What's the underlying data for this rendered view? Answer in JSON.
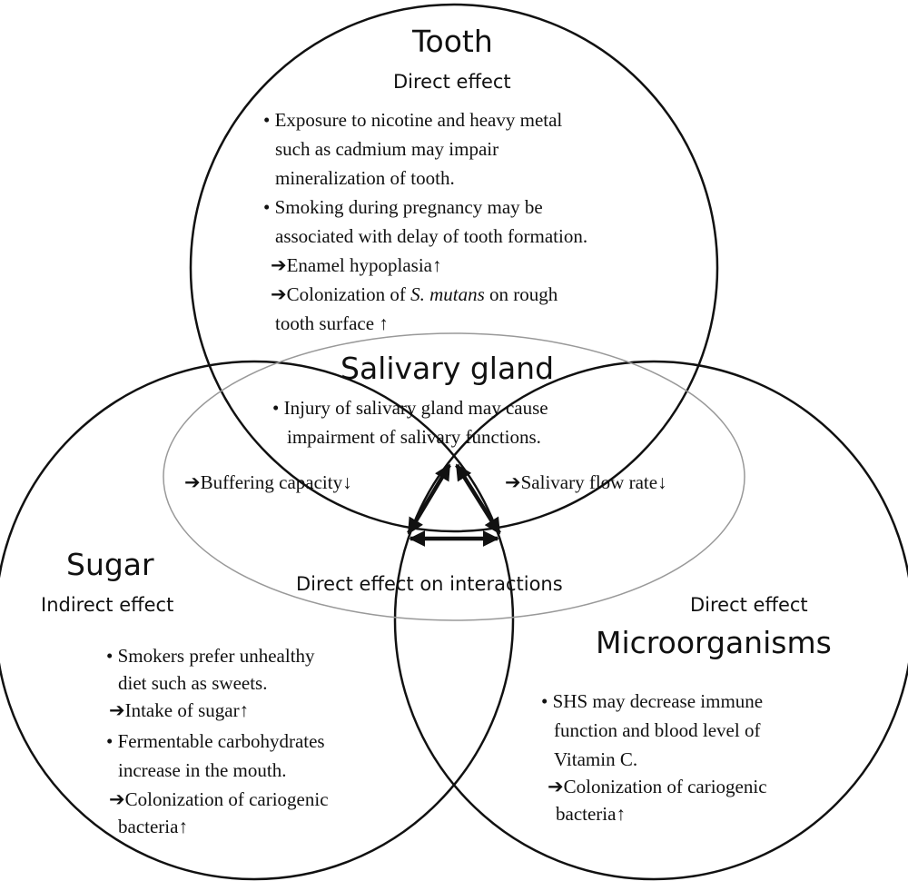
{
  "colors": {
    "outline": "#111111",
    "salivary_outline": "#999999",
    "text": "#111111",
    "background": "#ffffff"
  },
  "tooth": {
    "title": "Tooth",
    "subtitle": "Direct effect",
    "bullet1": [
      "• Exposure to nicotine and heavy metal",
      "such as cadmium may impair",
      "mineralization  of tooth."
    ],
    "bullet2": [
      "• Smoking during pregnancy may be",
      "associated with delay of tooth formation."
    ],
    "result1": "Enamel hypoplasia↑",
    "result2_pre": "Colonization of ",
    "result2_species": "S. mutans",
    "result2_post": " on rough",
    "result2_line2": "tooth surface ↑"
  },
  "salivary": {
    "title": "Salivary gland",
    "bullet": [
      "• Injury of salivary gland may cause",
      "impairment of salivary  functions."
    ],
    "left_result": "Buffering capacity↓",
    "right_result": "Salivary flow rate↓",
    "interactions_label": "Direct effect on interactions"
  },
  "sugar": {
    "title": "Sugar",
    "subtitle": "Indirect effect",
    "bullet1": [
      "• Smokers prefer unhealthy",
      "diet such as sweets."
    ],
    "result1": "Intake of sugar↑",
    "bullet2": [
      "• Fermentable carbohydrates",
      "increase in the mouth."
    ],
    "result2": [
      "Colonization of cariogenic",
      "bacteria↑"
    ]
  },
  "micro": {
    "subtitle": "Direct effect",
    "title": "Microorganisms",
    "bullet": [
      "• SHS may decrease  immune",
      "function and blood level  of",
      "Vitamin C."
    ],
    "result": [
      "Colonization of cariogenic",
      "bacteria↑"
    ]
  },
  "arrow_glyph": "➔"
}
